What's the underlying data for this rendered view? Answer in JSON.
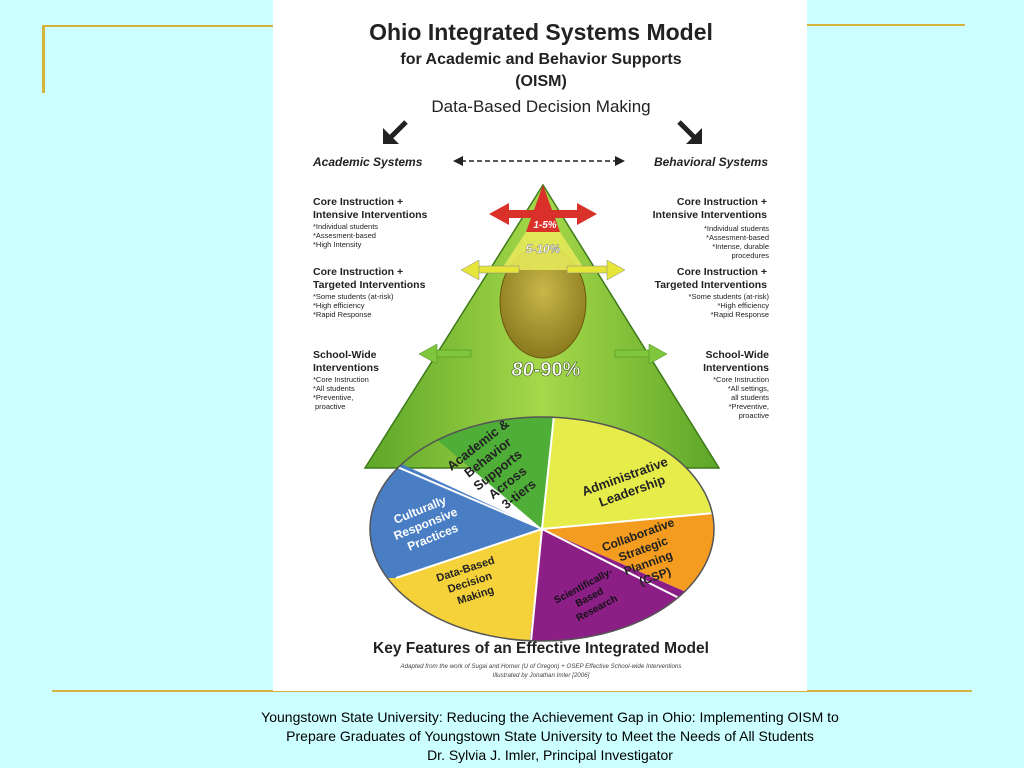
{
  "title": "Ohio Integrated Systems Model",
  "subtitle": "for Academic and Behavior Supports",
  "acronym": "(OISM)",
  "heading": "Data-Based Decision Making",
  "systems": {
    "left": "Academic Systems",
    "right": "Behavioral Systems"
  },
  "tiers": {
    "tier3": {
      "percent": "1-5%",
      "left": {
        "title_line1": "Core Instruction +",
        "title_line2": "Intensive Interventions",
        "bullets": [
          "*Individual students",
          "*Assesment-based",
          "*High Intensity"
        ]
      },
      "right": {
        "title_line1": "Core Instruction +",
        "title_line2": "Intensive Interventions",
        "bullets": [
          "*Individual students",
          "*Assesment-based",
          "*Intense, durable",
          "procedures"
        ]
      }
    },
    "tier2": {
      "percent": "5-10%",
      "left": {
        "title_line1": "Core Instruction +",
        "title_line2": "Targeted Interventions",
        "bullets": [
          "*Some students (at-risk)",
          "*High efficiency",
          "*Rapid Response"
        ]
      },
      "right": {
        "title_line1": "Core Instruction +",
        "title_line2": "Targeted Interventions",
        "bullets": [
          "*Some students (at-risk)",
          "*High efficiency",
          "*Rapid Response"
        ]
      }
    },
    "tier1": {
      "percent_prefix": "80",
      "percent_suffix": "-90%",
      "left": {
        "title_line1": "School-Wide",
        "title_line2": "Interventions",
        "bullets": [
          "*Core Instruction",
          "*All students",
          "*Preventive,",
          "proactive"
        ]
      },
      "right": {
        "title_line1": "School-Wide",
        "title_line2": "Interventions",
        "bullets": [
          "*Core Instruction",
          "*All settings,",
          "all students",
          "*Preventive,",
          "proactive"
        ]
      }
    }
  },
  "segments": {
    "academic": [
      "Academic &",
      "Behavior",
      "Supports",
      "Across",
      "3-tiers"
    ],
    "administrative": [
      "Administrative",
      "Leadership"
    ],
    "collaborative": [
      "Collaborative",
      "Strategic",
      "Planning",
      "(CSP)"
    ],
    "scientific": [
      "Scientifically-",
      "Based",
      "Research"
    ],
    "databased": [
      "Data-Based",
      "Decision",
      "Making"
    ],
    "culturally": [
      "Culturally",
      "Responsive",
      "Practices"
    ]
  },
  "key_features": "Key Features of an Effective Integrated Model",
  "credits": {
    "line1": "Adapted from the work of Sugai and Horner (U of Oregon) + OSEP Effective School-wide Interventions",
    "line2": "Illustrated by Jonathan Imler [2006]"
  },
  "footer": {
    "line1": "Youngstown State University: Reducing the Achievement Gap in Ohio: Implementing OISM to",
    "line2": "Prepare Graduates of Youngstown State University to Meet the Needs of All Students",
    "line3": "Dr. Sylvia J. Imler, Principal Investigator"
  },
  "colors": {
    "background": "#ccffff",
    "accent_line": "#d4b43c",
    "red": "#d9302a",
    "yellow": "#ecec3a",
    "green": "#7ec63c",
    "blue": "#4a7ec4",
    "gold": "#f5d23a",
    "orange": "#f39c1f",
    "purple": "#8c1f86"
  }
}
